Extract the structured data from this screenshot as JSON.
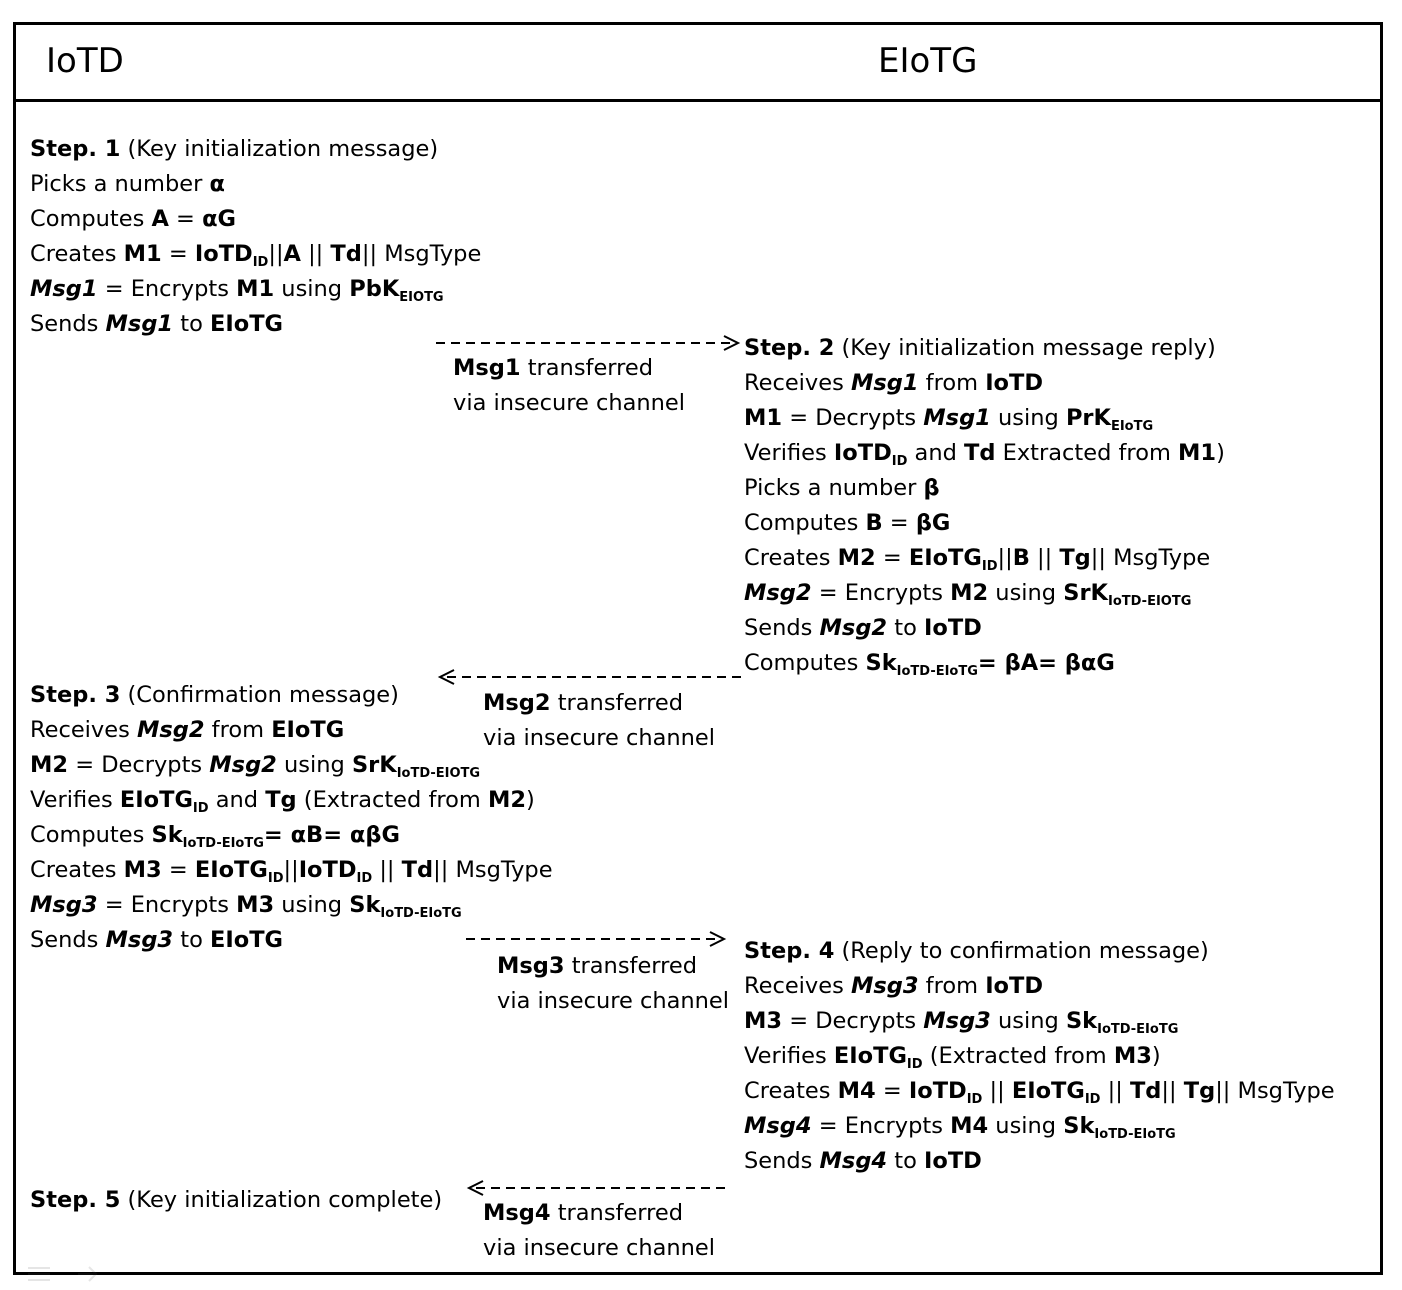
{
  "columns": {
    "left": "IoTD",
    "right": "EIoTG"
  },
  "steps": [
    {
      "id": "step1",
      "lines": [
        [
          {
            "t": "Step. 1",
            "b": 1
          },
          {
            "t": " (Key initialization message)"
          }
        ],
        [
          {
            "t": "Picks a number "
          },
          {
            "t": "α",
            "b": 1
          }
        ],
        [
          {
            "t": "Computes "
          },
          {
            "t": "A",
            "b": 1
          },
          {
            "t": " = "
          },
          {
            "t": "αG",
            "b": 1
          }
        ],
        [
          {
            "t": "Creates "
          },
          {
            "t": "M1",
            "b": 1
          },
          {
            "t": " = "
          },
          {
            "t": "IoTD",
            "b": 1
          },
          {
            "t": "ID",
            "sub": 1
          },
          {
            "t": "||"
          },
          {
            "t": "A",
            "b": 1
          },
          {
            "t": " || "
          },
          {
            "t": "Td",
            "b": 1
          },
          {
            "t": "|| MsgType"
          }
        ],
        [
          {
            "t": "Msg1",
            "b": 1,
            "i": 1
          },
          {
            "t": " = Encrypts "
          },
          {
            "t": "M1",
            "b": 1
          },
          {
            "t": " using "
          },
          {
            "t": "PbK",
            "b": 1
          },
          {
            "t": "EIOTG",
            "sub": 1
          }
        ],
        [
          {
            "t": "Sends "
          },
          {
            "t": "Msg1",
            "b": 1,
            "i": 1
          },
          {
            "t": " to "
          },
          {
            "t": "EIoTG",
            "b": 1
          }
        ]
      ]
    },
    {
      "id": "step2",
      "lines": [
        [
          {
            "t": "Step. 2",
            "b": 1
          },
          {
            "t": " (Key initialization message reply)"
          }
        ],
        [
          {
            "t": "Receives "
          },
          {
            "t": "Msg1",
            "b": 1,
            "i": 1
          },
          {
            "t": " from "
          },
          {
            "t": "IoTD",
            "b": 1
          }
        ],
        [
          {
            "t": "M1",
            "b": 1
          },
          {
            "t": " = Decrypts "
          },
          {
            "t": "Msg1",
            "b": 1,
            "i": 1
          },
          {
            "t": " using "
          },
          {
            "t": "PrK",
            "b": 1
          },
          {
            "t": "EIoTG",
            "sub": 1
          }
        ],
        [
          {
            "t": "Verifies "
          },
          {
            "t": "IoTD",
            "b": 1
          },
          {
            "t": "ID",
            "sub": 1
          },
          {
            "t": " and "
          },
          {
            "t": "Td",
            "b": 1
          },
          {
            "t": " Extracted from "
          },
          {
            "t": "M1",
            "b": 1
          },
          {
            "t": ")"
          }
        ],
        [
          {
            "t": "Picks a number "
          },
          {
            "t": "β",
            "b": 1
          }
        ],
        [
          {
            "t": "Computes "
          },
          {
            "t": "B",
            "b": 1
          },
          {
            "t": " = "
          },
          {
            "t": "βG",
            "b": 1
          }
        ],
        [
          {
            "t": "Creates "
          },
          {
            "t": "M2",
            "b": 1
          },
          {
            "t": " = "
          },
          {
            "t": "EIoTG",
            "b": 1
          },
          {
            "t": "ID",
            "sub": 1
          },
          {
            "t": "||"
          },
          {
            "t": "B",
            "b": 1
          },
          {
            "t": " || "
          },
          {
            "t": "Tg",
            "b": 1
          },
          {
            "t": "|| MsgType"
          }
        ],
        [
          {
            "t": "Msg2",
            "b": 1,
            "i": 1
          },
          {
            "t": " = Encrypts "
          },
          {
            "t": "M2",
            "b": 1
          },
          {
            "t": " using "
          },
          {
            "t": "SrK",
            "b": 1
          },
          {
            "t": "IoTD-EIOTG",
            "sub": 1
          }
        ],
        [
          {
            "t": "Sends "
          },
          {
            "t": "Msg2",
            "b": 1,
            "i": 1
          },
          {
            "t": " to "
          },
          {
            "t": "IoTD",
            "b": 1
          }
        ],
        [
          {
            "t": "Computes "
          },
          {
            "t": "Sk",
            "b": 1
          },
          {
            "t": "IoTD-EIoTG",
            "sub": 1
          },
          {
            "t": "= βA= βαG",
            "b": 1
          }
        ]
      ]
    },
    {
      "id": "step3",
      "lines": [
        [
          {
            "t": "Step. 3",
            "b": 1
          },
          {
            "t": " (Confirmation message)"
          }
        ],
        [
          {
            "t": "Receives "
          },
          {
            "t": "Msg2",
            "b": 1,
            "i": 1
          },
          {
            "t": " from "
          },
          {
            "t": "EIoTG",
            "b": 1
          }
        ],
        [
          {
            "t": "M2",
            "b": 1
          },
          {
            "t": " = Decrypts "
          },
          {
            "t": "Msg2",
            "b": 1,
            "i": 1
          },
          {
            "t": " using "
          },
          {
            "t": "SrK",
            "b": 1
          },
          {
            "t": "IoTD-EIOTG",
            "sub": 1
          }
        ],
        [
          {
            "t": "Verifies "
          },
          {
            "t": "EIoTG",
            "b": 1
          },
          {
            "t": "ID",
            "sub": 1
          },
          {
            "t": " and "
          },
          {
            "t": "Tg",
            "b": 1
          },
          {
            "t": " ("
          },
          {
            "t": "Extracted from "
          },
          {
            "t": "M2",
            "b": 1
          },
          {
            "t": ")"
          }
        ],
        [
          {
            "t": "Computes "
          },
          {
            "t": "Sk",
            "b": 1
          },
          {
            "t": "IoTD-EIoTG",
            "sub": 1
          },
          {
            "t": "= αB= αβG",
            "b": 1
          }
        ],
        [
          {
            "t": "Creates "
          },
          {
            "t": "M3",
            "b": 1
          },
          {
            "t": " = "
          },
          {
            "t": "EIoTG",
            "b": 1
          },
          {
            "t": "ID",
            "sub": 1
          },
          {
            "t": "||"
          },
          {
            "t": "IoTD",
            "b": 1
          },
          {
            "t": "ID",
            "sub": 1
          },
          {
            "t": " || "
          },
          {
            "t": "Td",
            "b": 1
          },
          {
            "t": "|| MsgType"
          }
        ],
        [
          {
            "t": "Msg3",
            "b": 1,
            "i": 1
          },
          {
            "t": " = Encrypts "
          },
          {
            "t": "M3",
            "b": 1
          },
          {
            "t": " using "
          },
          {
            "t": "Sk",
            "b": 1
          },
          {
            "t": "IoTD-EIoTG",
            "sub": 1
          }
        ],
        [
          {
            "t": "Sends "
          },
          {
            "t": "Msg3",
            "b": 1,
            "i": 1
          },
          {
            "t": " to "
          },
          {
            "t": "EIoTG",
            "b": 1
          }
        ]
      ]
    },
    {
      "id": "step4",
      "lines": [
        [
          {
            "t": "Step. 4",
            "b": 1
          },
          {
            "t": " (Reply to confirmation message)"
          }
        ],
        [
          {
            "t": "Receives "
          },
          {
            "t": "Msg3",
            "b": 1,
            "i": 1
          },
          {
            "t": " from "
          },
          {
            "t": "IoTD",
            "b": 1
          }
        ],
        [
          {
            "t": "M3",
            "b": 1
          },
          {
            "t": " = Decrypts "
          },
          {
            "t": "Msg3",
            "b": 1,
            "i": 1
          },
          {
            "t": " using "
          },
          {
            "t": "Sk",
            "b": 1
          },
          {
            "t": "IoTD-EIoTG",
            "sub": 1
          }
        ],
        [
          {
            "t": "Verifies "
          },
          {
            "t": "EIoTG",
            "b": 1
          },
          {
            "t": "ID",
            "sub": 1
          },
          {
            "t": " (Extracted from "
          },
          {
            "t": "M3",
            "b": 1
          },
          {
            "t": ")"
          }
        ],
        [
          {
            "t": "Creates "
          },
          {
            "t": "M4",
            "b": 1
          },
          {
            "t": " = "
          },
          {
            "t": "IoTD",
            "b": 1
          },
          {
            "t": "ID",
            "sub": 1
          },
          {
            "t": " || "
          },
          {
            "t": "EIoTG",
            "b": 1
          },
          {
            "t": "ID",
            "sub": 1
          },
          {
            "t": " || "
          },
          {
            "t": "Td",
            "b": 1
          },
          {
            "t": "|| "
          },
          {
            "t": "Tg",
            "b": 1
          },
          {
            "t": "|| MsgType"
          }
        ],
        [
          {
            "t": "Msg4",
            "b": 1,
            "i": 1
          },
          {
            "t": " = Encrypts "
          },
          {
            "t": "M4",
            "b": 1
          },
          {
            "t": " using "
          },
          {
            "t": "Sk",
            "b": 1
          },
          {
            "t": "IoTD-EIoTG",
            "sub": 1
          }
        ],
        [
          {
            "t": "Sends "
          },
          {
            "t": "Msg4",
            "b": 1,
            "i": 1
          },
          {
            "t": " to "
          },
          {
            "t": "IoTD",
            "b": 1
          }
        ]
      ]
    },
    {
      "id": "step5",
      "lines": [
        [
          {
            "t": "Step. 5",
            "b": 1
          },
          {
            "t": " (Key initialization complete)"
          }
        ]
      ]
    }
  ],
  "messages": [
    {
      "id": "msg1",
      "name": "Msg1",
      "text": " transferred",
      "channel": "via insecure channel",
      "direction": "to-right"
    },
    {
      "id": "msg2",
      "name": "Msg2",
      "text": " transferred",
      "channel": "via insecure channel",
      "direction": "to-left"
    },
    {
      "id": "msg3",
      "name": "Msg3",
      "text": " transferred",
      "channel": "via insecure channel",
      "direction": "to-right"
    },
    {
      "id": "msg4",
      "name": "Msg4",
      "text": " transferred",
      "channel": "via insecure channel",
      "direction": "to-left"
    }
  ]
}
